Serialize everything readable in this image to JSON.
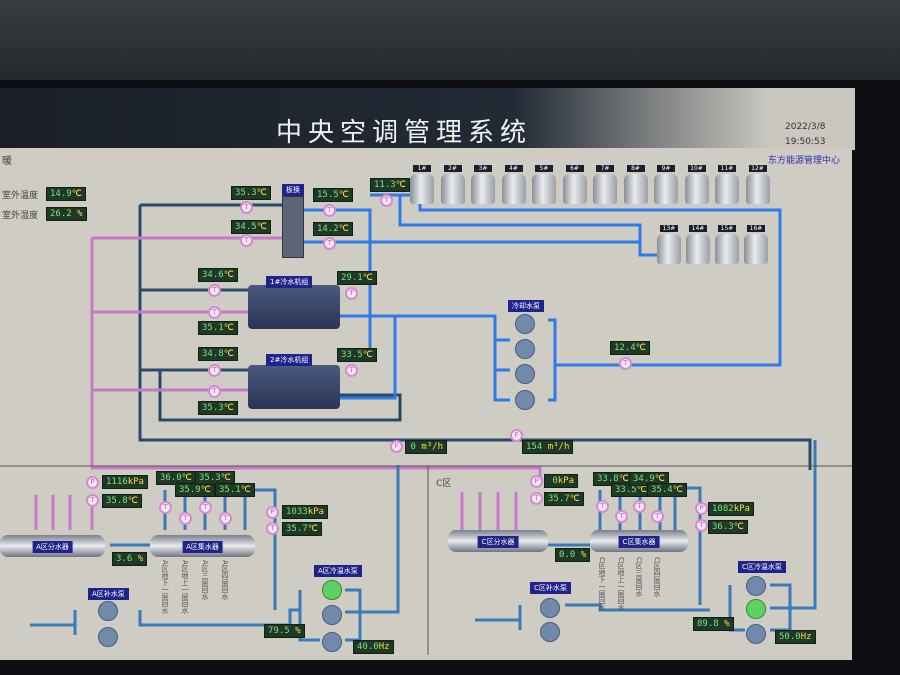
{
  "header": {
    "title": "中央空调管理系统",
    "date": "2022/3/8",
    "time": "19:50:53",
    "org": "东方能源管理中心",
    "corner": "暖"
  },
  "outdoor": {
    "temp_label": "室外温度",
    "temp": "14.9",
    "hum_label": "室外湿度",
    "hum": "26.2",
    "unit_c": "℃",
    "unit_pct": "%"
  },
  "plate": {
    "label": "板换",
    "in_hot": "35.3",
    "out_hot": "34.5",
    "out_cold": "15.5",
    "in_cold": "14.2"
  },
  "tower_temp": "11.3",
  "towers": [
    "1#",
    "2#",
    "3#",
    "4#",
    "5#",
    "6#",
    "7#",
    "8#",
    "9#",
    "10#",
    "11#",
    "12#",
    "13#",
    "14#",
    "15#",
    "16#"
  ],
  "chiller1": {
    "label": "1#冷水机组",
    "t1": "34.6",
    "t2": "35.1",
    "t3": "29.1"
  },
  "chiller2": {
    "label": "2#冷水机组",
    "t1": "34.8",
    "t2": "35.3",
    "t3": "33.5"
  },
  "cooling_pump_label": "冷却水泵",
  "return_temp": "12.4",
  "flow": {
    "f1": "0",
    "f2": "154",
    "unit": "m³/h"
  },
  "zoneA": {
    "sup_p": "1116",
    "sup_t": "35.8",
    "branch": [
      "36.0",
      "35.9",
      "35.3",
      "35.1"
    ],
    "ret_p": "1033",
    "ret_t": "35.7",
    "valve": "3.6",
    "valve2": "79.5",
    "freq": "40.0",
    "div": "A区分水器",
    "col": "A区集水器",
    "makeup": "A区补水泵",
    "circ": "A区冷温水泵",
    "branches": [
      "A区地下一层回水",
      "A区地上一层回水",
      "A区三层回水",
      "A区四层回水"
    ]
  },
  "zoneC": {
    "name": "C区",
    "sup_p": "0",
    "sup_t": "35.7",
    "branch": [
      "33.8",
      "33.5",
      "34.9",
      "35.4"
    ],
    "ret_p": "1082",
    "ret_t": "36.3",
    "valve": "0.0",
    "valve2": "89.8",
    "freq": "50.0",
    "div": "C区分水器",
    "col": "C区集水器",
    "makeup": "C区补水泵",
    "circ": "C区冷温水泵",
    "branches": [
      "C区地下一层回水",
      "C区地上一层回水",
      "C区三层回水",
      "C区四层回水"
    ]
  },
  "units": {
    "kpa": "kPa",
    "hz": "Hz",
    "c": "℃",
    "pct": "%"
  },
  "sensor": {
    "t": "T",
    "p": "P",
    "f": "F"
  }
}
